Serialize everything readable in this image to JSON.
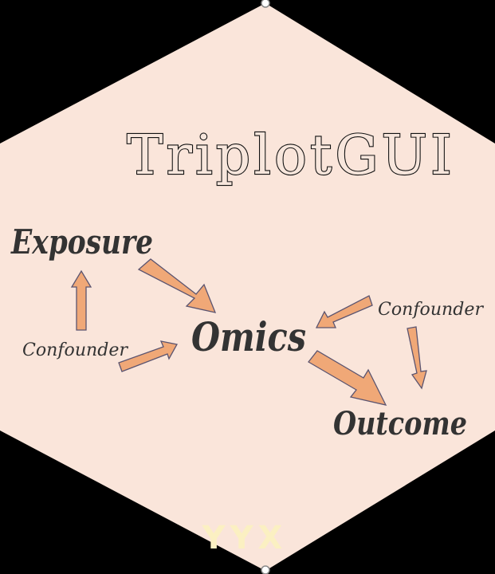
{
  "logo": {
    "title": "TriplotGUI",
    "watermark": "YYX"
  },
  "nodes": {
    "exposure": "Exposure",
    "omics": "Omics",
    "outcome": "Outcome",
    "confounder_left": "Confounder",
    "confounder_right": "Confounder"
  },
  "colors": {
    "background": "#000000",
    "hexagon_fill": "#fae5da",
    "arrow_fill": "#f0a877",
    "arrow_stroke": "#5b5470",
    "text": "#333333"
  }
}
